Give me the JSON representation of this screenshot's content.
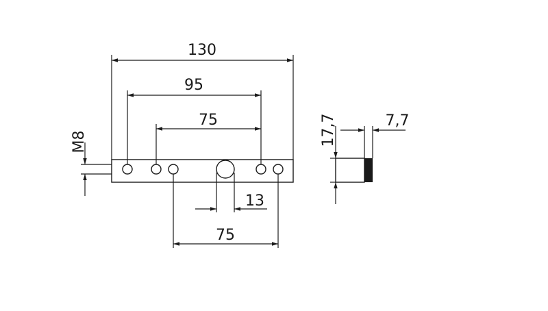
{
  "drawing": {
    "dimensions": {
      "overall_length": "130",
      "outer_hole_spacing": "95",
      "upper_hole_spacing": "75",
      "lower_hole_spacing": "75",
      "center_hole_width": "13",
      "thread": "M8",
      "side_height": "17,7",
      "side_thickness": "7,7"
    },
    "colors": {
      "line": "#1a1a1a",
      "background": "#ffffff",
      "fill_dark": "#1a1a1a"
    }
  }
}
